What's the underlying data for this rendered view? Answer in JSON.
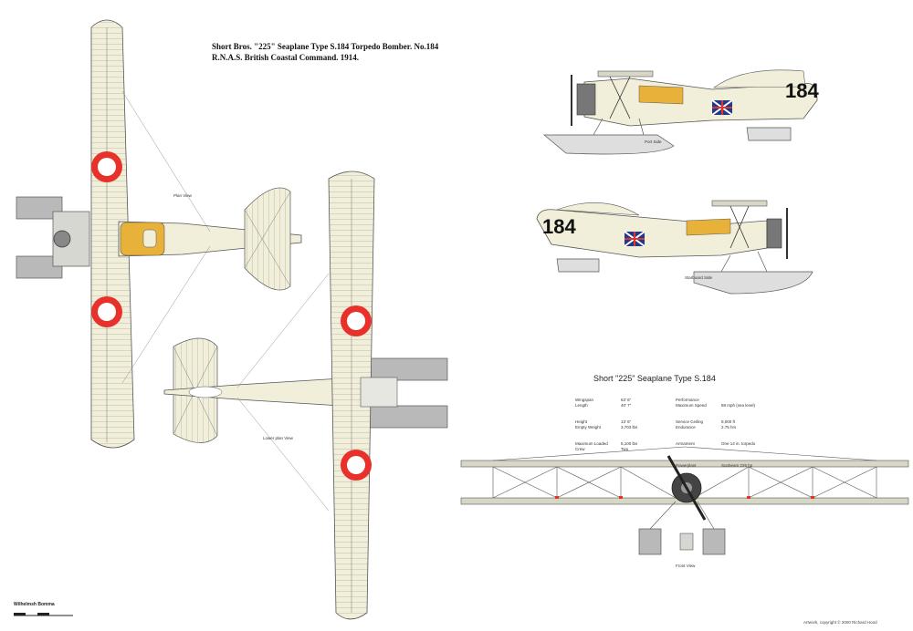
{
  "title": {
    "line1": "Short Bros. \"225\" Seaplane Type S.184 Torpedo Bomber.  No.184",
    "line2": "R.N.A.S. British Coastal Command. 1914."
  },
  "views": {
    "plan": "Plan View",
    "lower_plan": "Lower plan View",
    "port_side": "Port Side",
    "starboard_side": "Starboard Side",
    "front": "Front View"
  },
  "serial": "184",
  "specs": {
    "title": "Short \"225\" Seaplane Type S.184",
    "col1_labels": [
      "Wingspan",
      "Length",
      "Height",
      "Empty Weight",
      "Maximum Loaded",
      "Crew"
    ],
    "col1_values": [
      "63' 6\"",
      "40' 7\"",
      "13' 6\"",
      "3,703 lbs",
      "5,100 lbs",
      "Two"
    ],
    "col2_labels": [
      "Performance",
      "Maximum Speed",
      "Service Ceiling",
      "Endurance",
      "Armament",
      "",
      "Powerplant"
    ],
    "col2_values": [
      "",
      "88 mph (sea level)",
      "9,000 ft",
      "2.75 hrs",
      "One 14 in. torpedo",
      "",
      "Sunbeam 225 hp"
    ]
  },
  "scale_label": "Wilhelmsh Bomma",
  "credit": "Artwork, copyright © 2000 Richard Hood",
  "colors": {
    "fabric": "#f1efd9",
    "roundel": "#e8312a",
    "yellow": "#e8b23a",
    "grey": "#b9b9b9",
    "line": "#555555"
  }
}
